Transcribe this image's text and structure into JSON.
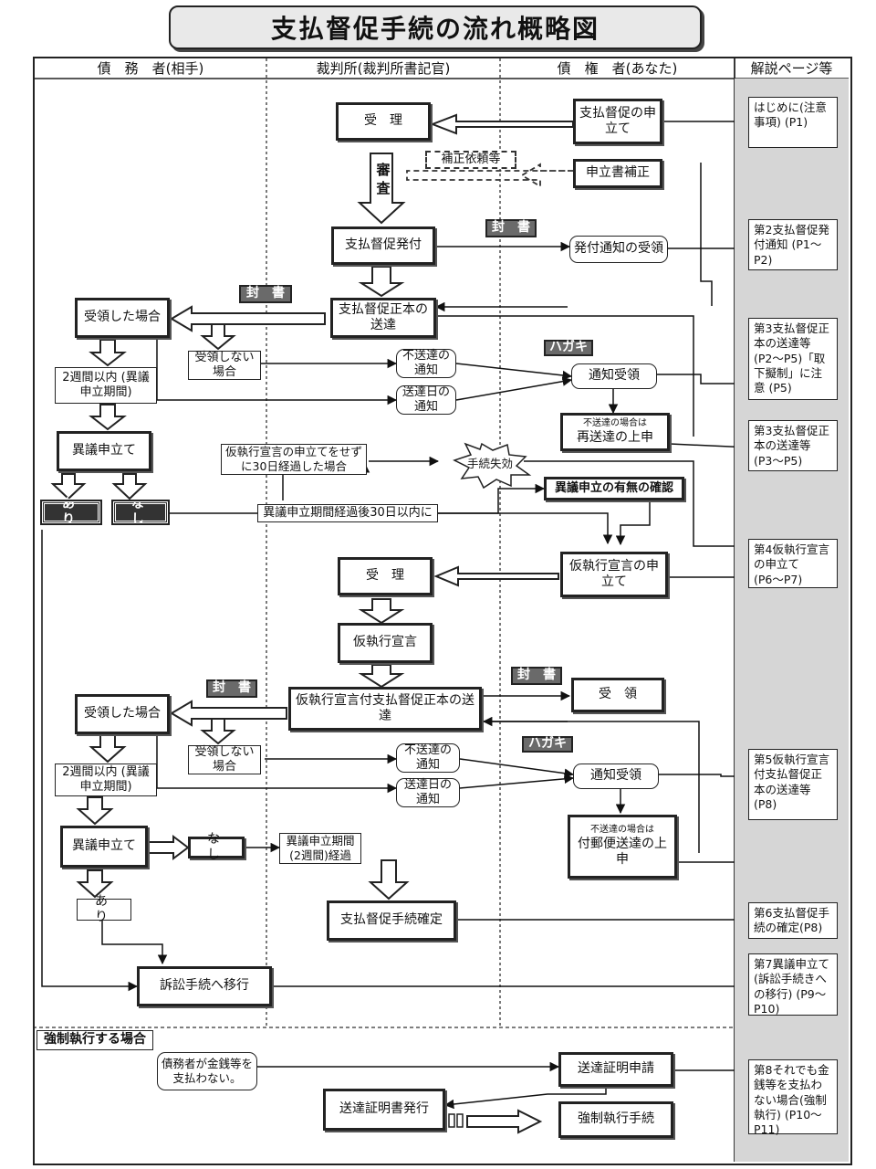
{
  "title": "支払督促手続の流れ概略図",
  "columns": {
    "debtor": "債　務　者(相手)",
    "court": "裁判所(裁判所書記官)",
    "creditor": "債　権　者(あなた)",
    "pages": "解説ページ等"
  },
  "nodes": {
    "juri1": "受　理",
    "app": "支払督促の申立て",
    "hosei_req": "補正依頼等",
    "hosei": "申立書補正",
    "shinsa": "審査",
    "hakko": "支払督促発付",
    "futo1": "封　書",
    "hakko_recv": "発付通知の受領",
    "soutatsu": "支払督促正本の送達",
    "futo2": "封　書",
    "juryo1": "受領した場合",
    "not_juryo1": "受領しない場合",
    "fusoutatsu1": "不送達の通知",
    "soutatsubi1": "送達日の通知",
    "hagaki1": "ハガキ",
    "tsuchi1": "通知受領",
    "saisou_small": "不送達の場合は",
    "saisou": "再送達の上申",
    "twoweek1": "2週間以内 (異議申立期間)",
    "igi1": "異議申立て",
    "kari_no": "仮執行宣言の申立てをせずに30日経過した場合",
    "shikkou": "手続失効",
    "umu": "異議申立の有無の確認",
    "ari1": "あ　り",
    "nashi1": "な　し",
    "within30": "異議申立期間経過後30日以内に",
    "juri2": "受　理",
    "kari_app": "仮執行宣言の申立て",
    "kari": "仮執行宣言",
    "kari_sou": "仮執行宣言付支払督促正本の送達",
    "futo3": "封　書",
    "futo4": "封　書",
    "juryo_cred": "受　領",
    "juryo2": "受領した場合",
    "not_juryo2": "受領しない場合",
    "fusoutatsu2": "不送達の通知",
    "soutatsubi2": "送達日の通知",
    "hagaki2": "ハガキ",
    "tsuchi2": "通知受領",
    "fubin_small": "不送達の場合は",
    "fubin": "付郵便送達の上申",
    "twoweek2": "2週間以内 (異議申立期間)",
    "igi2": "異議申立て",
    "nashi2": "な　し",
    "kikan": "異議申立期間 (2週間)経過",
    "ari2": "あ　り",
    "kakutei": "支払督促手続確定",
    "sosho": "訴訟手続へ移行",
    "kyosei_head": "強制執行する場合",
    "debtor_no_pay": "債務者が金銭等を支払わない。",
    "soutatsu_shomei_app": "送達証明申請",
    "soutatsu_shomei": "送達証明書発行",
    "kyosei": "強制執行手続"
  },
  "notes": [
    "はじめに(注意事項) (P1)",
    "第2支払督促発付通知 (P1〜P2)",
    "第3支払督促正本の送達等 (P2〜P5)「取下擬制」に注意 (P5)",
    "第3支払督促正本の送達等 (P3〜P5)",
    "第4仮執行宣言の申立て (P6〜P7)",
    "第5仮執行宣言付支払督促正本の送達等 (P8)",
    "第6支払督促手続の確定(P8)",
    "第7異議申立て (訴訟手続きへの移行) (P9〜P10)",
    "第8それでも金銭等を支払わない場合(強制執行) (P10〜P11)"
  ]
}
